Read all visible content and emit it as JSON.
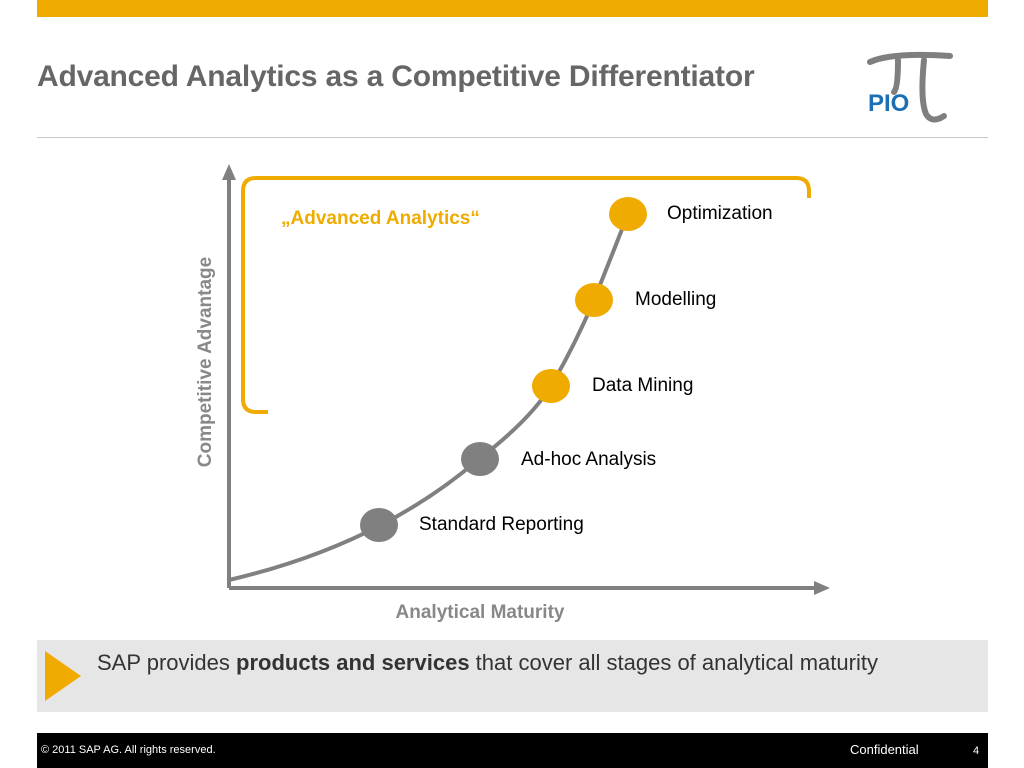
{
  "slide": {
    "title": "Advanced Analytics as a Competitive Differentiator",
    "logo": {
      "symbol": "π",
      "text": "PIO"
    }
  },
  "diagram": {
    "y_axis_label": "Competitive Advantage",
    "x_axis_label": "Analytical Maturity",
    "bracket_label": "„Advanced Analytics“",
    "stages": [
      {
        "label": "Standard Reporting",
        "color": "#808080"
      },
      {
        "label": "Ad-hoc Analysis",
        "color": "#808080"
      },
      {
        "label": "Data Mining",
        "color": "#f0ab00"
      },
      {
        "label": "Modelling",
        "color": "#f0ab00"
      },
      {
        "label": "Optimization",
        "color": "#f0ab00"
      }
    ]
  },
  "callout": {
    "text_before": "SAP provides ",
    "text_bold": "products and services",
    "text_after": " that cover all stages of analytical maturity"
  },
  "footer": {
    "copyright": "©  2011 SAP AG. All rights reserved.",
    "confidential": "Confidential",
    "page_number": "4"
  },
  "colors": {
    "accent": "#f0ab00",
    "axis": "#808080",
    "logo_blue": "#1a6fb5"
  }
}
